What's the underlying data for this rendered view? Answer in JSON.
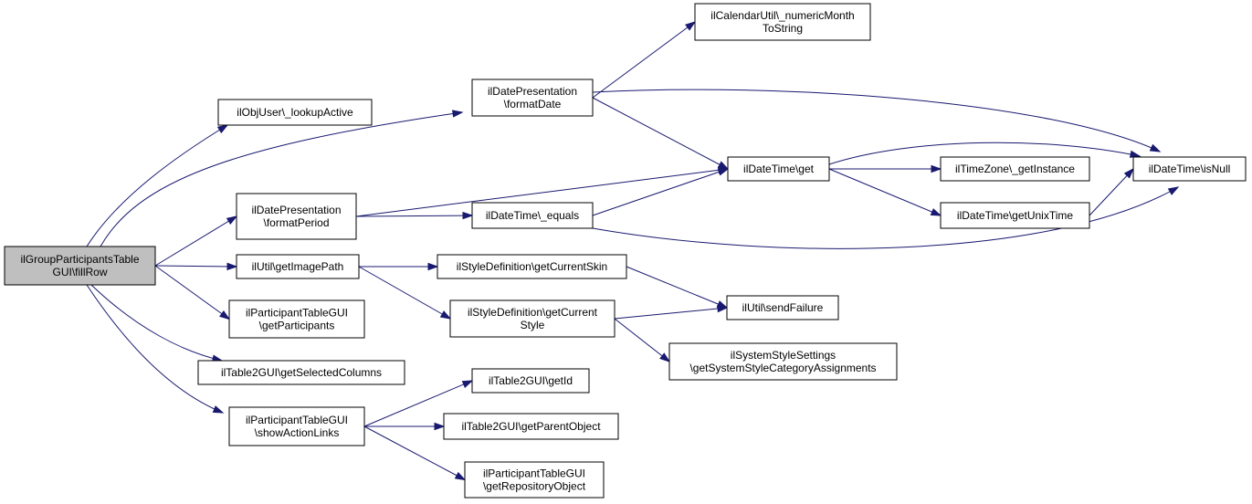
{
  "nodes": [
    {
      "id": "fillRow",
      "lines": [
        "ilGroupParticipantsTable",
        "GUI\\fillRow"
      ],
      "root": true
    },
    {
      "id": "lookupActive",
      "lines": [
        "ilObjUser\\_lookupActive"
      ]
    },
    {
      "id": "dpFormatDate",
      "lines": [
        "ilDatePresentation",
        "\\formatDate"
      ]
    },
    {
      "id": "numericMonth",
      "lines": [
        "ilCalendarUtil\\_numericMonth",
        "ToString"
      ]
    },
    {
      "id": "dpFormatPeriod",
      "lines": [
        "ilDatePresentation",
        "\\formatPeriod"
      ]
    },
    {
      "id": "dtGet",
      "lines": [
        "ilDateTime\\get"
      ]
    },
    {
      "id": "dtEquals",
      "lines": [
        "ilDateTime\\_equals"
      ]
    },
    {
      "id": "tzInstance",
      "lines": [
        "ilTimeZone\\_getInstance"
      ]
    },
    {
      "id": "dtIsNull",
      "lines": [
        "ilDateTime\\isNull"
      ]
    },
    {
      "id": "dtUnix",
      "lines": [
        "ilDateTime\\getUnixTime"
      ]
    },
    {
      "id": "utilImage",
      "lines": [
        "ilUtil\\getImagePath"
      ]
    },
    {
      "id": "sdSkin",
      "lines": [
        "ilStyleDefinition\\getCurrentSkin"
      ]
    },
    {
      "id": "sdStyle",
      "lines": [
        "ilStyleDefinition\\getCurrent",
        "Style"
      ]
    },
    {
      "id": "utilFailure",
      "lines": [
        "ilUtil\\sendFailure"
      ]
    },
    {
      "id": "sysStyle",
      "lines": [
        "ilSystemStyleSettings",
        "\\getSystemStyleCategoryAssignments"
      ]
    },
    {
      "id": "ptgParticipants",
      "lines": [
        "ilParticipantTableGUI",
        "\\getParticipants"
      ]
    },
    {
      "id": "t2Columns",
      "lines": [
        "ilTable2GUI\\getSelectedColumns"
      ]
    },
    {
      "id": "ptgActions",
      "lines": [
        "ilParticipantTableGUI",
        "\\showActionLinks"
      ]
    },
    {
      "id": "t2Id",
      "lines": [
        "ilTable2GUI\\getId"
      ]
    },
    {
      "id": "t2Parent",
      "lines": [
        "ilTable2GUI\\getParentObject"
      ]
    },
    {
      "id": "ptgRepo",
      "lines": [
        "ilParticipantTableGUI",
        "\\getRepositoryObject"
      ]
    }
  ],
  "edges": [
    {
      "from": "fillRow",
      "to": "lookupActive"
    },
    {
      "from": "fillRow",
      "to": "dpFormatDate"
    },
    {
      "from": "fillRow",
      "to": "dpFormatPeriod"
    },
    {
      "from": "fillRow",
      "to": "utilImage"
    },
    {
      "from": "fillRow",
      "to": "ptgParticipants"
    },
    {
      "from": "fillRow",
      "to": "t2Columns"
    },
    {
      "from": "fillRow",
      "to": "ptgActions"
    },
    {
      "from": "dpFormatDate",
      "to": "numericMonth"
    },
    {
      "from": "dpFormatDate",
      "to": "dtIsNull"
    },
    {
      "from": "dpFormatDate",
      "to": "dtGet"
    },
    {
      "from": "dpFormatPeriod",
      "to": "dtGet"
    },
    {
      "from": "dpFormatPeriod",
      "to": "dtEquals"
    },
    {
      "from": "dtEquals",
      "to": "dtGet"
    },
    {
      "from": "dtEquals",
      "to": "dtIsNull"
    },
    {
      "from": "dtGet",
      "to": "tzInstance"
    },
    {
      "from": "dtGet",
      "to": "dtIsNull"
    },
    {
      "from": "dtGet",
      "to": "dtUnix"
    },
    {
      "from": "dtUnix",
      "to": "dtIsNull"
    },
    {
      "from": "utilImage",
      "to": "sdSkin"
    },
    {
      "from": "utilImage",
      "to": "sdStyle"
    },
    {
      "from": "sdSkin",
      "to": "utilFailure"
    },
    {
      "from": "sdStyle",
      "to": "utilFailure"
    },
    {
      "from": "sdStyle",
      "to": "sysStyle"
    },
    {
      "from": "ptgActions",
      "to": "t2Id"
    },
    {
      "from": "ptgActions",
      "to": "t2Parent"
    },
    {
      "from": "ptgActions",
      "to": "ptgRepo"
    }
  ]
}
